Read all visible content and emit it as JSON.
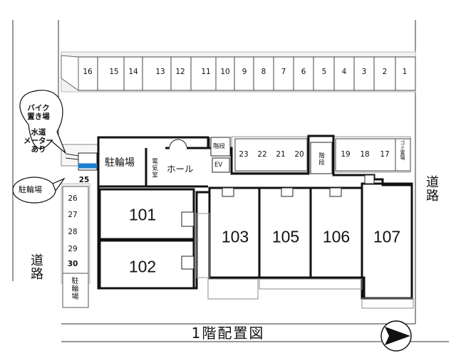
{
  "title": "1階配置図",
  "roads": {
    "left": "道路",
    "right": "道路"
  },
  "callouts": {
    "bike": "バイク\n置き場",
    "water": "水道\nメーター\nあり",
    "bicycle": "駐輪場"
  },
  "rooms": {
    "bicycle_main": "駐輪場",
    "electric": "電気室",
    "hall": "ホール",
    "stairs_upper": "階段",
    "ev": "EV",
    "stairs_mid": "階段",
    "garbage": "ゴミ置場",
    "bicycle_left": "駐輪場"
  },
  "units": [
    {
      "id": "u101",
      "label": "101"
    },
    {
      "id": "u102",
      "label": "102"
    },
    {
      "id": "u103",
      "label": "103"
    },
    {
      "id": "u105",
      "label": "105"
    },
    {
      "id": "u106",
      "label": "106"
    },
    {
      "id": "u107",
      "label": "107"
    }
  ],
  "parking_top": [
    "16",
    "15",
    "14",
    "13",
    "12",
    "11",
    "10",
    "9",
    "8",
    "7",
    "6",
    "5",
    "4",
    "3",
    "2",
    "1"
  ],
  "parking_mid": [
    "23",
    "22",
    "21",
    "20",
    "19",
    "18",
    "17"
  ],
  "parking_left": [
    "25",
    "26",
    "27",
    "28",
    "29",
    "30"
  ],
  "colors": {
    "line": "#111111",
    "accent": "#1a7fd0"
  }
}
